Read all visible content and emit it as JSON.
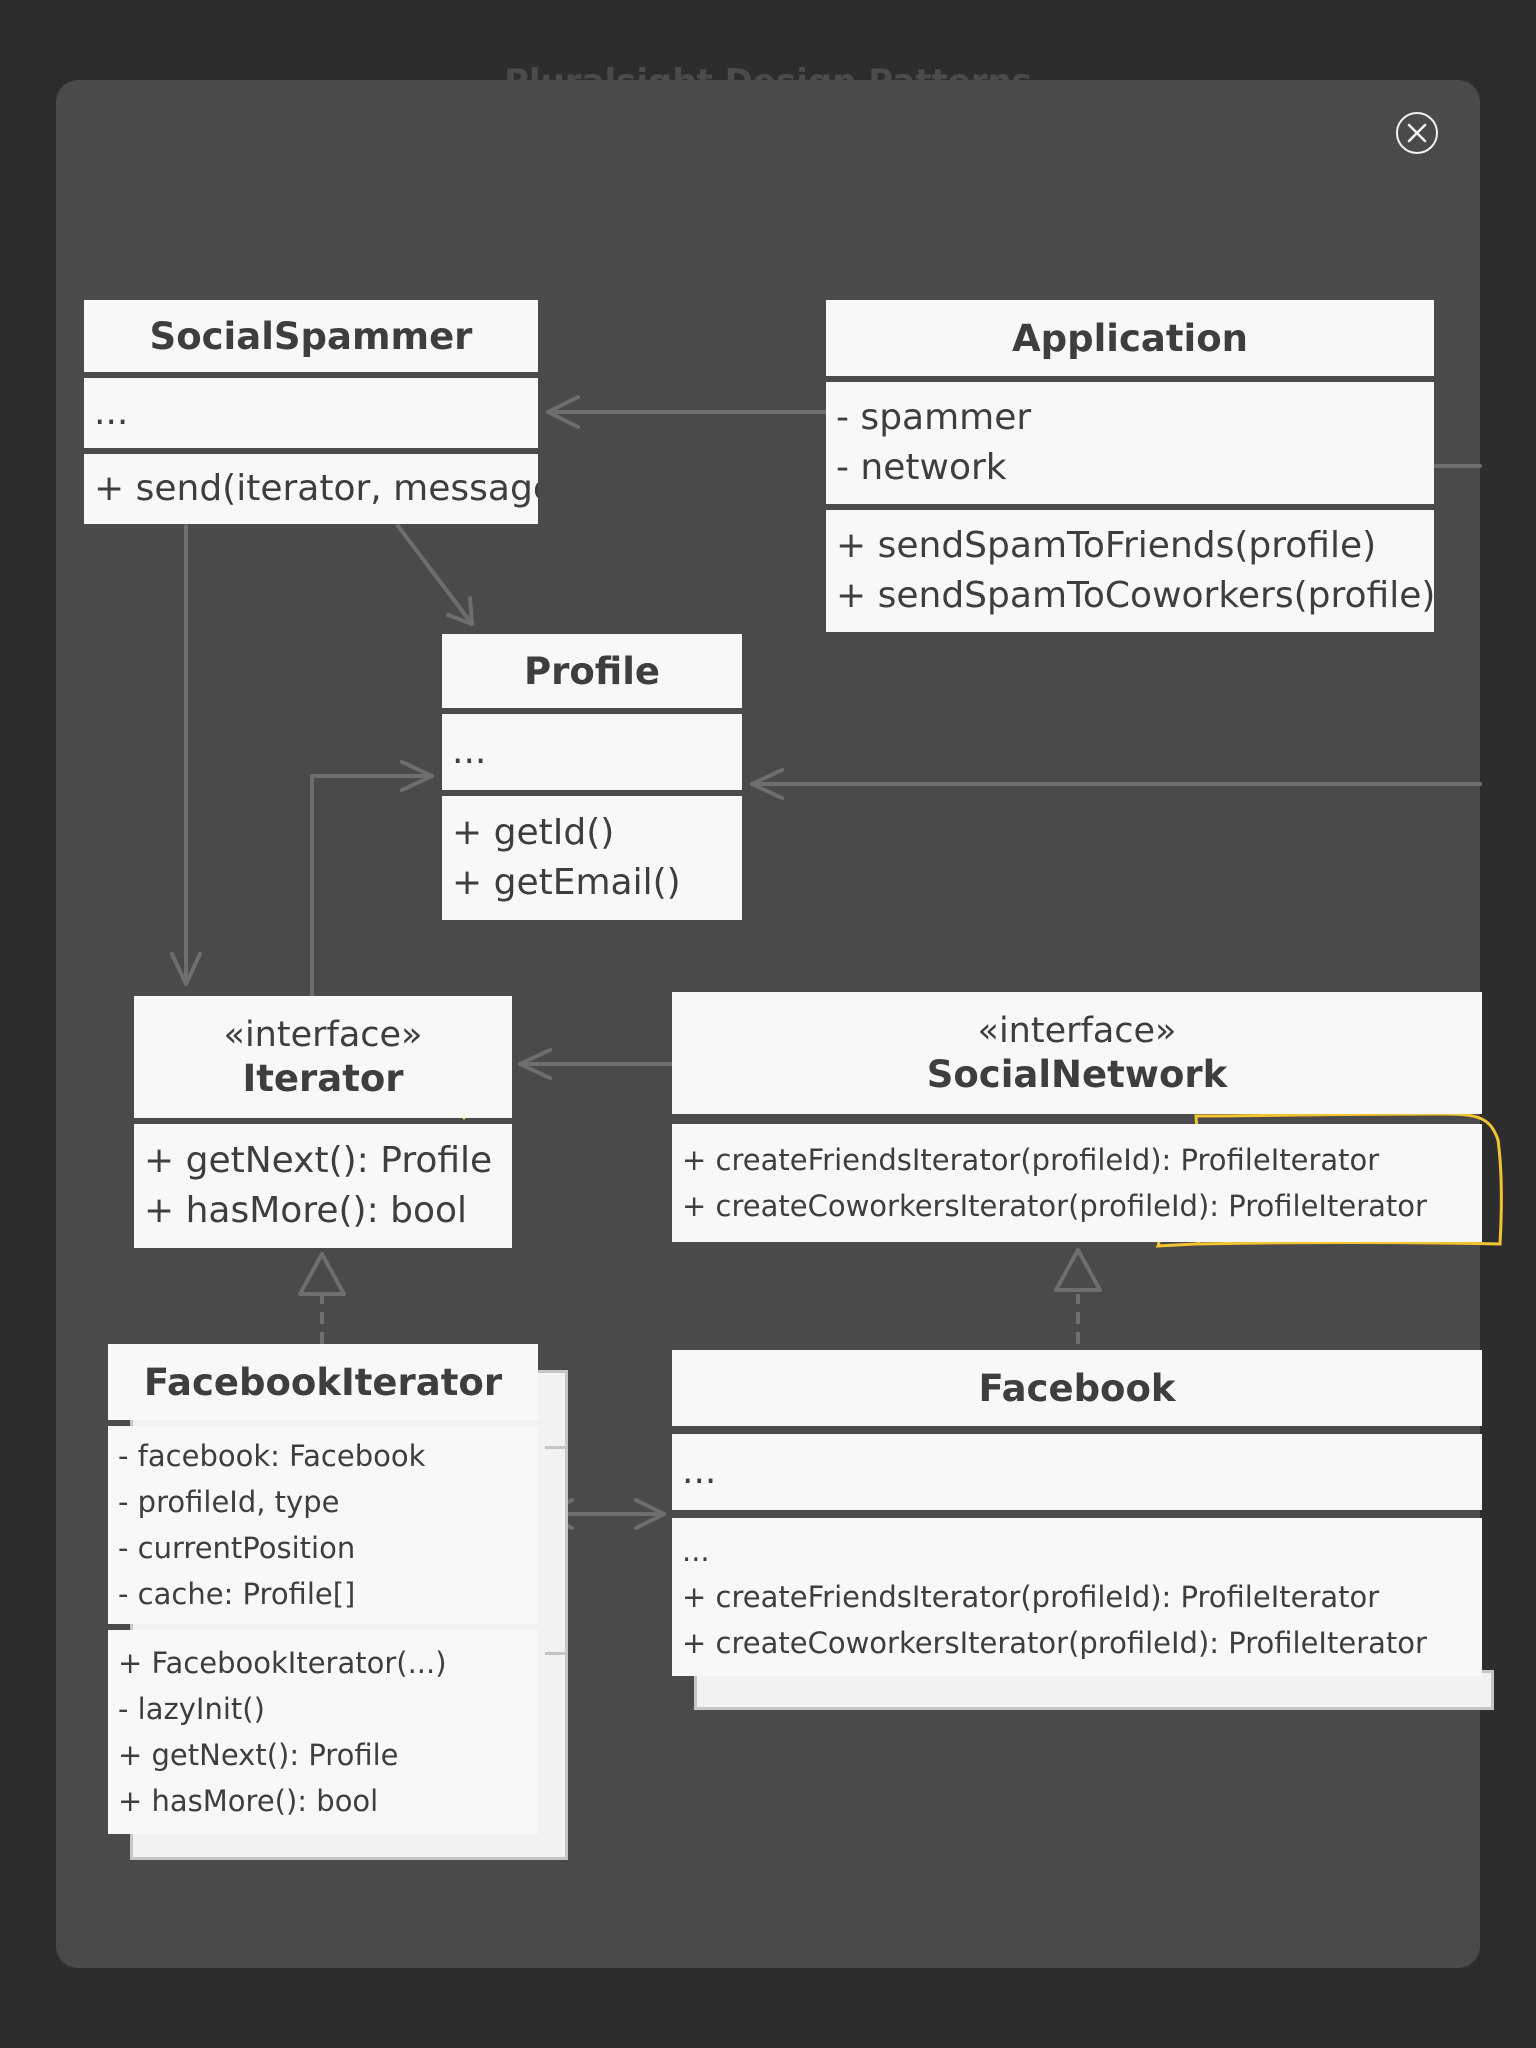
{
  "page": {
    "backdrop_title": "Pluralsight Design Patterns"
  },
  "modal": {
    "close_icon": "close-circle-x-icon"
  },
  "colors": {
    "page_background": "#2c2d2c",
    "modal_background": "#4a4a4c",
    "class_box": "#f8f8f8",
    "connector": "#6e6e70",
    "highlight": "#f4c430"
  },
  "diagram": {
    "social_spammer": {
      "name": "SocialSpammer",
      "fields": [
        "..."
      ],
      "methods": [
        "+ send(iterator, message)"
      ]
    },
    "application": {
      "name": "Application",
      "fields": [
        "- spammer",
        "- network"
      ],
      "methods": [
        "+ sendSpamToFriends(profile)",
        "+ sendSpamToCoworkers(profile)"
      ]
    },
    "profile": {
      "name": "Profile",
      "fields": [
        "..."
      ],
      "methods": [
        "+ getId()",
        "+ getEmail()"
      ]
    },
    "iterator": {
      "stereotype": "«interface»",
      "name": "Iterator",
      "methods": [
        "+ getNext(): Profile",
        "+ hasMore(): bool"
      ]
    },
    "social_network": {
      "stereotype": "«interface»",
      "name": "SocialNetwork",
      "methods": [
        "+ createFriendsIterator(profileId): ProfileIterator",
        "+ createCoworkersIterator(profileId): ProfileIterator"
      ]
    },
    "facebook_iterator": {
      "name": "FacebookIterator",
      "fields": [
        "- facebook: Facebook",
        "- profileId, type",
        "- currentPosition",
        "- cache: Profile[]"
      ],
      "methods": [
        "+ FacebookIterator(...)",
        "-  lazyInit()",
        "+ getNext(): Profile",
        "+ hasMore(): bool"
      ]
    },
    "facebook": {
      "name": "Facebook",
      "fields": [
        "..."
      ],
      "methods": [
        "...",
        "+ createFriendsIterator(profileId): ProfileIterator",
        "+ createCoworkersIterator(profileId): ProfileIterator"
      ]
    }
  }
}
